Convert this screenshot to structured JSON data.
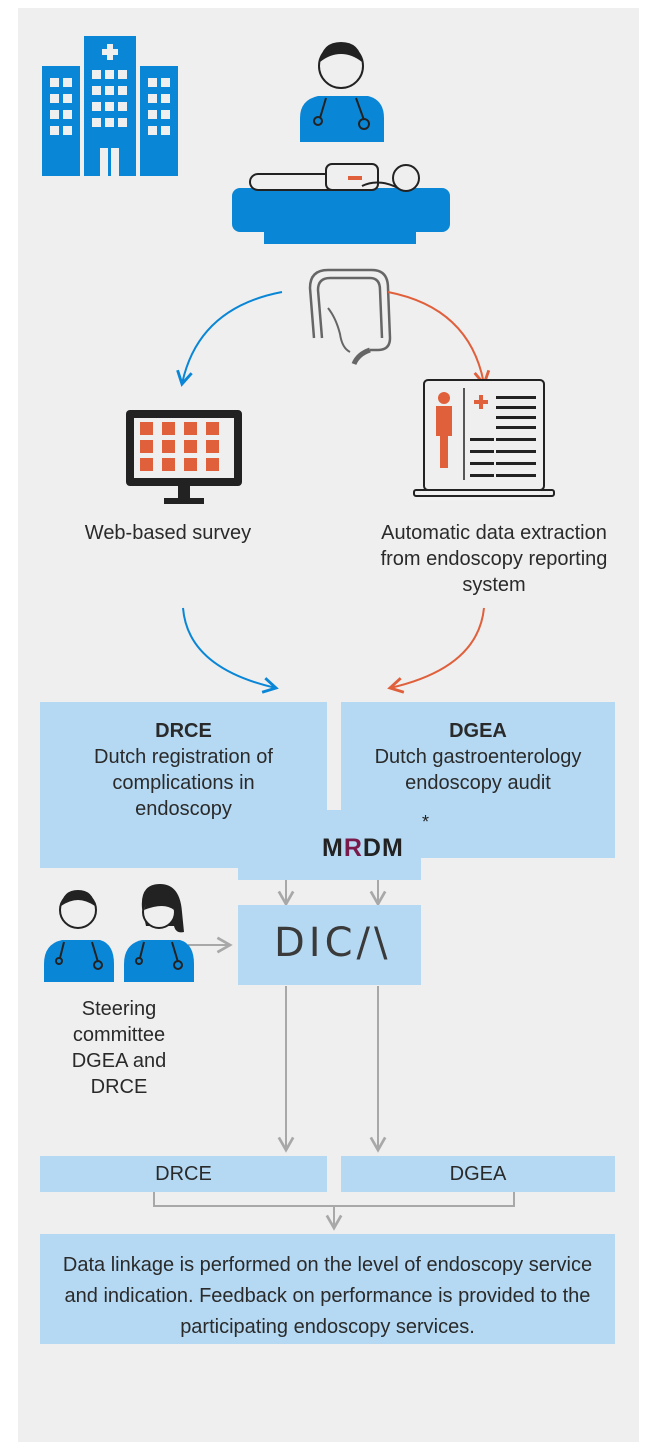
{
  "source_labels": {
    "survey": "Web-based survey",
    "extraction": "Automatic data extraction from endoscopy reporting system"
  },
  "registries": {
    "drce": {
      "abbr": "DRCE",
      "name": "Dutch registration of complications in endoscopy"
    },
    "dgea": {
      "abbr": "DGEA",
      "name": "Dutch gastroenterology endoscopy audit"
    }
  },
  "processors": {
    "mrdm_prefix": "M",
    "mrdm_highlight": "R",
    "mrdm_suffix": "DM",
    "mrdm_note": "*",
    "dica": "DIC/\\"
  },
  "steering": "Steering committee DGEA and DRCE",
  "outputs": {
    "drce": "DRCE",
    "dgea": "DGEA"
  },
  "result": "Data linkage is performed on the level of endoscopy service and indication. Feedback on performance is provided to the participating endoscopy services.",
  "colors": {
    "blue": "#0a86d6",
    "orange": "#e0603c",
    "box": "#b5d9f3",
    "background": "#efefef",
    "arrow_gray": "#a8a8a8"
  },
  "icons": [
    "hospital-icon",
    "doctor-icon",
    "patient-on-table-icon",
    "colon-icon",
    "survey-monitor-icon",
    "laptop-report-icon",
    "mrdm-logo-icon",
    "male-doctor-icon",
    "female-doctor-icon"
  ]
}
